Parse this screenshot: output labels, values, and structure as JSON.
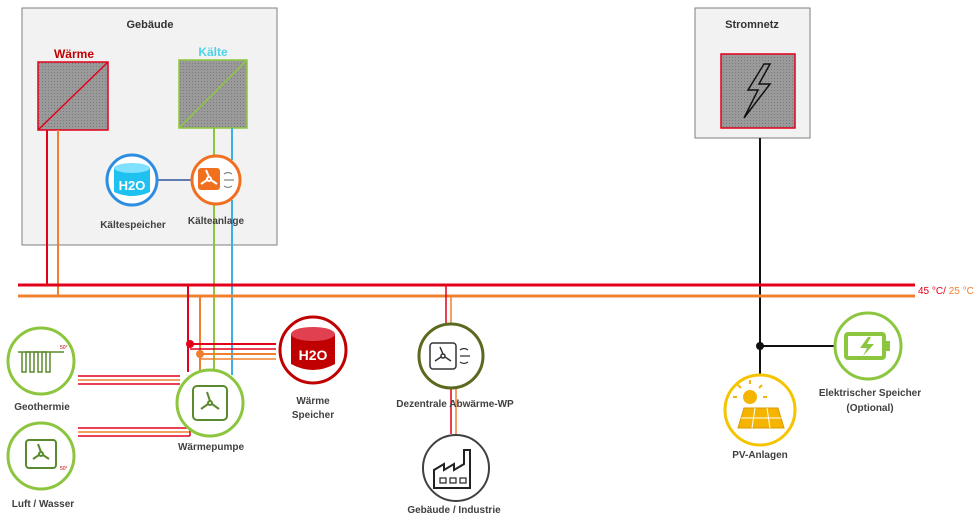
{
  "building": {
    "title": "Gebäude",
    "heat_label": "Wärme",
    "cold_label": "Kälte"
  },
  "grid": {
    "title": "Stromnetz"
  },
  "line_label": {
    "hot": "45 °C",
    "sep": "/ ",
    "cool": "25 °C"
  },
  "nodes": {
    "cold_storage_icon": "H2O",
    "cold_storage": "Kältespeicher",
    "chiller": "Kälteanlage",
    "geothermal": "Geothermie",
    "air_water": "Luft / Wasser",
    "heat_pump": "Wärmepumpe",
    "heat_storage_icon": "H2O",
    "heat_storage_line1": "Wärme",
    "heat_storage_line2": "Speicher",
    "decentral_wp": "Dezentrale Abwärme-WP",
    "building_industry": "Gebäude / Industrie",
    "pv": "PV-Anlagen",
    "storage_line1": "Elektrischer Speicher",
    "storage_line2": "(Optional)"
  },
  "colors": {
    "hot": "#e3001b",
    "warm": "#f08030",
    "cool_blue": "#3ab0e8",
    "green": "#8cc63e",
    "olive": "#5b6a1f",
    "dark": "#333333",
    "yellow": "#f5c400",
    "building_fill": "#f2f2f2",
    "building_stroke": "#7f7f7f"
  }
}
